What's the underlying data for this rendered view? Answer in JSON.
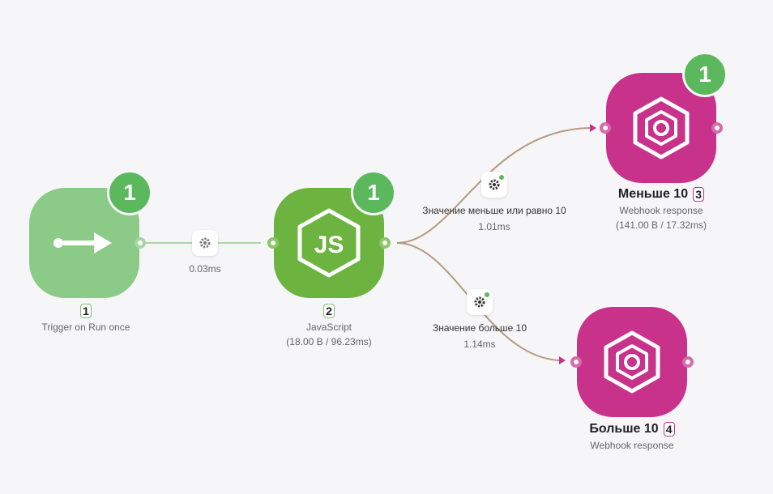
{
  "colors": {
    "background": "#f6f6f8",
    "trigger": "#8ccb87",
    "javascript": "#6cb43f",
    "webhook": "#c8328a",
    "badge": "#5cb85c"
  },
  "nodes": [
    {
      "id": "trigger",
      "icon": "arrow-right-icon",
      "badge": "1",
      "index": "1",
      "title": "",
      "subtitle": "Trigger on Run once",
      "stats": ""
    },
    {
      "id": "javascript",
      "icon": "nodejs-icon",
      "badge": "1",
      "index": "2",
      "title": "",
      "subtitle": "JavaScript",
      "stats": "(18.00 B / 96.23ms)"
    },
    {
      "id": "less",
      "icon": "webhook-icon",
      "badge": "1",
      "index": "3",
      "title": "Меньше 10",
      "subtitle": "Webhook response",
      "stats": "(141.00 B / 17.32ms)"
    },
    {
      "id": "greater",
      "icon": "webhook-icon",
      "badge": "",
      "index": "4",
      "title": "Больше 10",
      "subtitle": "Webhook response",
      "stats": ""
    }
  ],
  "edges": [
    {
      "from": "trigger",
      "to": "javascript",
      "label": "",
      "time": "0.03ms"
    },
    {
      "from": "javascript",
      "to": "less",
      "label": "Значение меньше или равно 10",
      "time": "1.01ms"
    },
    {
      "from": "javascript",
      "to": "greater",
      "label": "Значение больше 10",
      "time": "1.14ms"
    }
  ]
}
